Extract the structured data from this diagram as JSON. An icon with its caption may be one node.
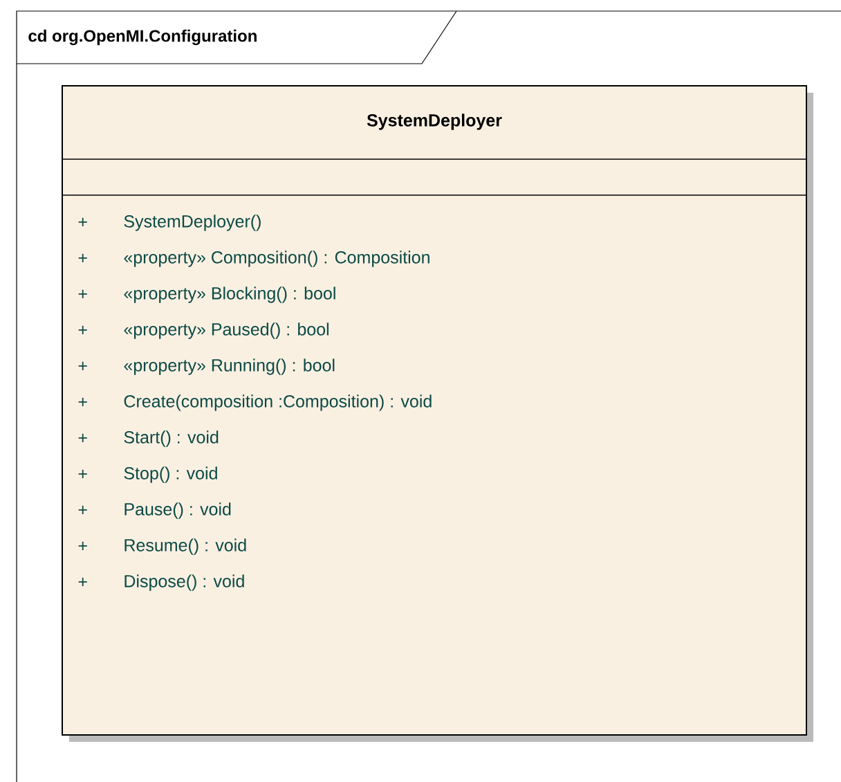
{
  "diagram": {
    "nodes": [
      {
        "text": [
          "cd org.OpenMI.Configuration"
        ]
      },
      {
        "text": [
          "SystemDeployer",
          "+",
          "SystemDeployer()",
          "+",
          "«property» Composition() : Composition",
          "+",
          "«property» Blocking() : bool",
          "+",
          "«property» Paused() : bool",
          "+",
          "«property» Running() : bool",
          "+",
          "Create(composition :Composition) : void",
          "+",
          "Start() : void",
          "+",
          "Stop() : void",
          "+",
          "Pause() : void",
          "+",
          "Resume() : void",
          "+",
          "Dispose() : void"
        ],
        "in": 0
      }
    ]
  }
}
